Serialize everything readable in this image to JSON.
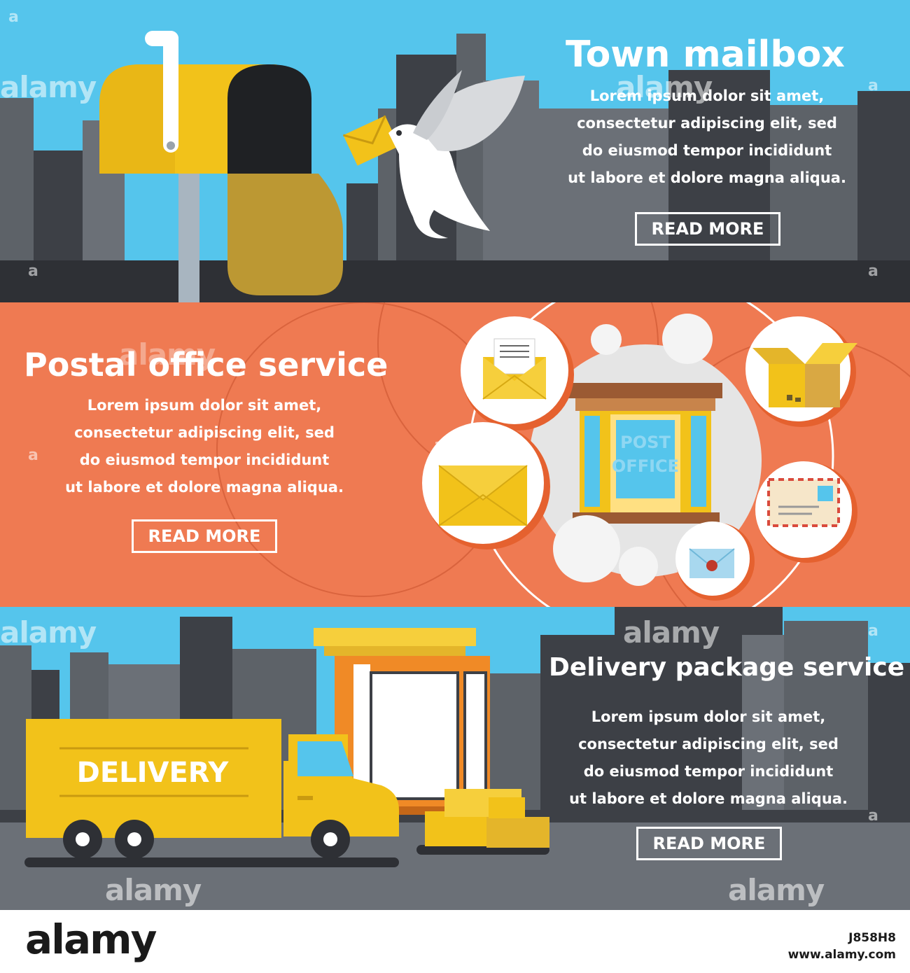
{
  "banners": [
    {
      "title": "Town mailbox",
      "body": [
        "Lorem ipsum dolor sit amet,",
        "consectetur adipiscing elit, sed",
        "do eiusmod tempor incididunt",
        "ut labore et dolore magna aliqua."
      ],
      "button": "READ MORE"
    },
    {
      "title": "Postal office service",
      "body": [
        "Lorem ipsum dolor sit amet,",
        "consectetur adipiscing elit, sed",
        "do eiusmod tempor incididunt",
        "ut labore et dolore magna aliqua."
      ],
      "button": "READ MORE",
      "building_sign": [
        "POST",
        "OFFICE"
      ]
    },
    {
      "title": "Delivery package service",
      "body": [
        "Lorem ipsum dolor sit amet,",
        "consectetur adipiscing elit, sed",
        "do eiusmod tempor incididunt",
        "ut labore et dolore magna aliqua."
      ],
      "button": "READ MORE",
      "truck_label": "DELIVERY"
    }
  ],
  "watermark": "alamy",
  "footer": {
    "logo": "alamy",
    "image_id": "J858H8",
    "site": "www.alamy.com"
  },
  "colors": {
    "sky": "#55c5ec",
    "orange": "#ef7a52",
    "yellow": "#f6c61c",
    "dark": "#3a3d42"
  }
}
